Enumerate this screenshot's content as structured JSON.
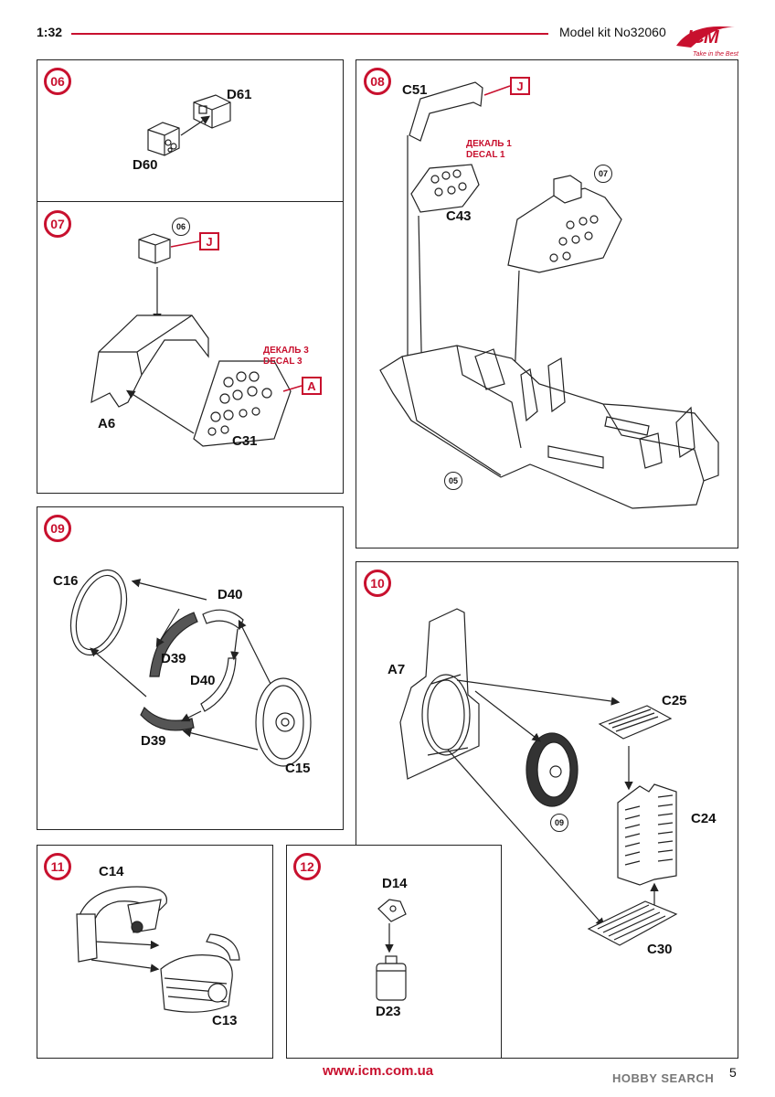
{
  "header": {
    "scale": "1:32",
    "model_kit": "Model kit No32060",
    "logo_brand": "ICM",
    "logo_tagline": "Take in the Best"
  },
  "steps": [
    {
      "number": "06",
      "parts": [
        "D61",
        "D60"
      ]
    },
    {
      "number": "07",
      "ref": "06",
      "marker": "J",
      "parts": [
        "A6",
        "C31"
      ],
      "decal_marker": "A",
      "decal_ru": "ДЕКАЛЬ 3",
      "decal_en": "DECAL 3"
    },
    {
      "number": "08",
      "parts": [
        "C51",
        "C43"
      ],
      "marker": "J",
      "decal_ru": "ДЕКАЛЬ 1",
      "decal_en": "DECAL 1",
      "refs": [
        "07",
        "05"
      ]
    },
    {
      "number": "09",
      "parts": [
        "C16",
        "D40",
        "D39",
        "D40",
        "D39",
        "C15"
      ]
    },
    {
      "number": "10",
      "parts": [
        "A7",
        "C25",
        "C24",
        "C30"
      ],
      "ref": "09"
    },
    {
      "number": "11",
      "parts": [
        "C14",
        "C13"
      ]
    },
    {
      "number": "12",
      "parts": [
        "D14",
        "D23"
      ]
    }
  ],
  "footer": {
    "url": "www.icm.com.ua",
    "page": "5",
    "watermark": "HOBBY SEARCH"
  },
  "colors": {
    "accent": "#c8102e",
    "line": "#222222"
  }
}
